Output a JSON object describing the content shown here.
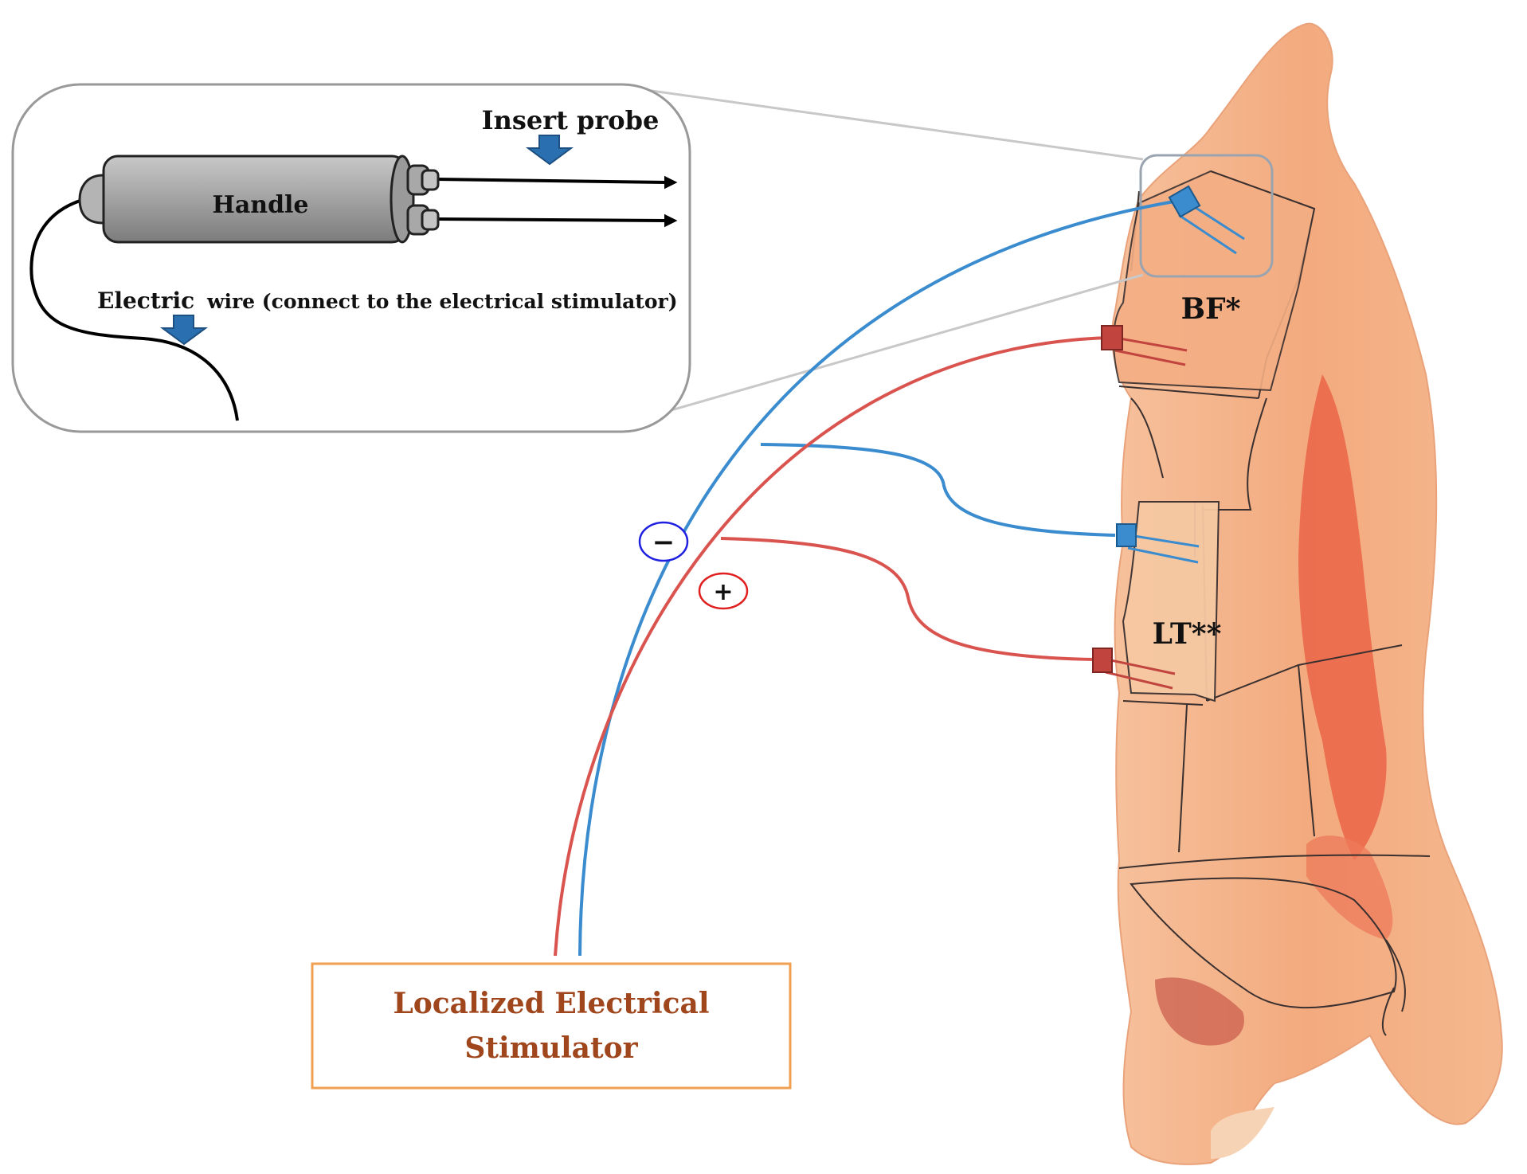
{
  "labels": {
    "insert_probe": "Insert probe",
    "handle": "Handle",
    "electric_wire_1": "Electric",
    "electric_wire_2": "wire (connect to the electrical stimulator)",
    "bf": "BF*",
    "lt": "LT**",
    "minus": "−",
    "plus": "+",
    "stimulator_line1": "Localized Electrical",
    "stimulator_line2": "Stimulator"
  },
  "colors": {
    "negative_wire": "#3a8ccf",
    "positive_wire": "#d9534f",
    "stimulator_border": "#f0a050",
    "stimulator_text": "#a0461c",
    "meat": "#f4ae84",
    "muscle": "#ea6448",
    "probe_arrow": "#2a6fb0",
    "negative_circle": "#2020e0",
    "positive_circle": "#e02020"
  }
}
